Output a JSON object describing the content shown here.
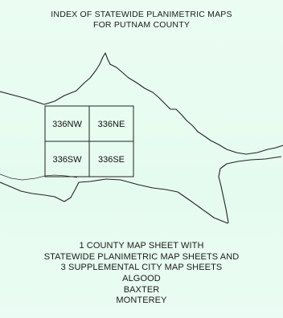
{
  "title": {
    "line1": "INDEX OF STATEWIDE PLANIMETRIC MAPS",
    "line2": "FOR PUTNAM COUNTY"
  },
  "map": {
    "sheets": [
      {
        "id": "nw",
        "label": "336NW"
      },
      {
        "id": "ne",
        "label": "336NE"
      },
      {
        "id": "sw",
        "label": "336SW"
      },
      {
        "id": "se",
        "label": "336SE"
      }
    ],
    "colors": {
      "background": "#e9fbf1",
      "outline": "#222222"
    }
  },
  "caption": {
    "line1": "1 COUNTY MAP SHEET WITH",
    "line2": "STATEWIDE PLANIMETRIC MAP SHEETS AND",
    "line3": "3 SUPPLEMENTAL CITY MAP SHEETS",
    "cities": [
      "ALGOOD",
      "BAXTER",
      "MONTEREY"
    ]
  }
}
